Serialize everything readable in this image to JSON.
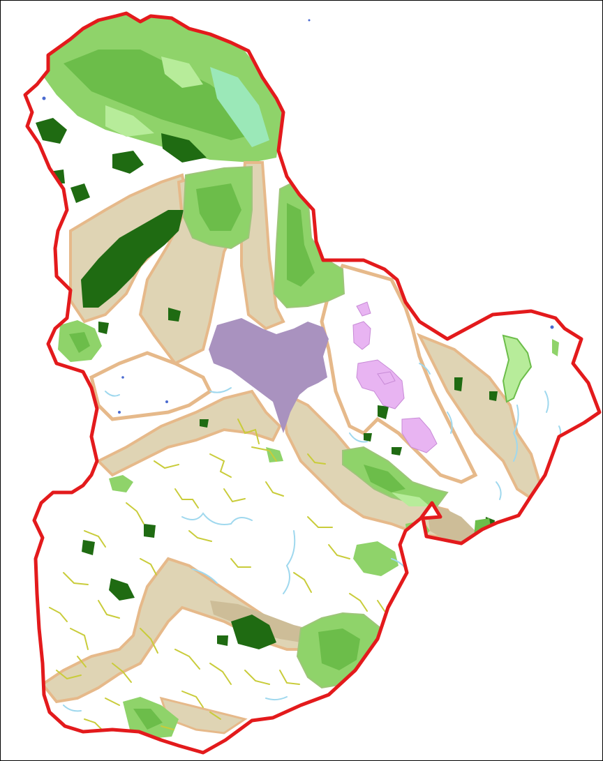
{
  "map": {
    "type": "thematic-region-map",
    "legend": "none",
    "colors": {
      "background": "#ffffff",
      "frame": "#000000",
      "region_border": "#e31a1c",
      "zone_fill": "#dfd4b4",
      "zone_border": "#e6b98a",
      "zone_shade": "#cdbd98",
      "urban_area": "#a992bf",
      "dark_forest": "#1f6b12",
      "light_forest": "#8fd36a",
      "mid_forest": "#6cbd4a",
      "pale_green": "#b7ec9a",
      "mint": "#9be8b8",
      "yellow_green": "#c9cc3a",
      "lilac": "#e8b4f2",
      "water": "#9fd8ee",
      "water_dark": "#4a6ad0"
    },
    "layers": [
      {
        "name": "region-boundary",
        "icon": "red-outline"
      },
      {
        "name": "landscape-zones",
        "icon": "tan-polygons"
      },
      {
        "name": "urban-area",
        "icon": "purple-polygon"
      },
      {
        "name": "forest-dark",
        "icon": "dark-green-patches"
      },
      {
        "name": "forest-light",
        "icon": "light-green-patches"
      },
      {
        "name": "shrubland",
        "icon": "yellow-green-strokes"
      },
      {
        "name": "protected-lilac",
        "icon": "lilac-patches"
      },
      {
        "name": "water-bodies",
        "icon": "blue-lines"
      }
    ]
  }
}
